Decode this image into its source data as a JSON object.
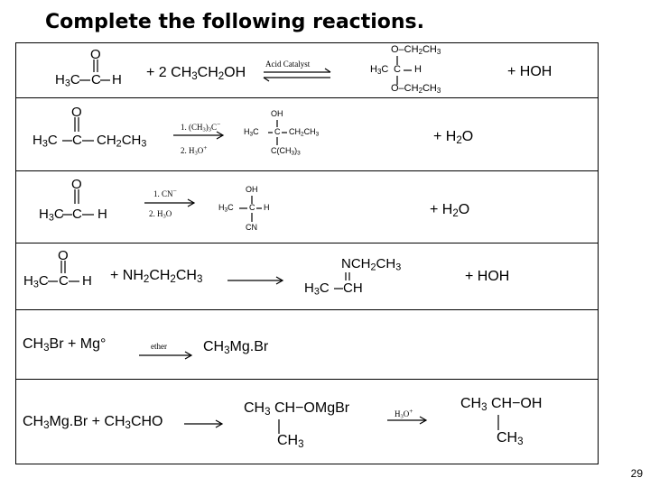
{
  "title": "Complete the following reactions.",
  "page_number": "29",
  "r1": {
    "ch3_label": "H",
    "ch3_sub": "3",
    "ch3_tail": "C",
    "carbonyl_o": "O",
    "aldehyde_h": "H",
    "reagent_plus": "+ 2 CH",
    "reagent_sub1": "3",
    "reagent_mid": "CH",
    "reagent_sub2": "2",
    "reagent_tail": "OH",
    "catalyst": "Acid Catalyst",
    "prod_top": "O–CH",
    "prod_top_sub": "2",
    "prod_top_tail": "CH",
    "prod_top_sub2": "3",
    "prod_mid_left": "H",
    "prod_mid_sub": "3",
    "prod_mid_c": "C",
    "prod_mid_right": "H",
    "prod_bot": "O–CH",
    "prod_bot_sub": "2",
    "prod_bot_tail": "CH",
    "prod_bot_sub2": "3",
    "byproduct": "+ HOH"
  },
  "r2": {
    "left": "H",
    "left_sub": "3",
    "left_c": "C",
    "o": "O",
    "right": "CH",
    "right_sub": "2",
    "right_tail": "CH",
    "right_sub2": "3",
    "step1": "1. (CH",
    "step1_sub": "3",
    "step1_tail": ")",
    "step1_sub2": "3",
    "step1_end": "C",
    "step1_charge": "−",
    "step2": "2. H",
    "step2_sub": "3",
    "step2_tail": "O",
    "step2_charge": "+",
    "prod_oh": "OH",
    "prod_left": "H",
    "prod_left_sub": "3",
    "prod_left_c": "C",
    "prod_right": "CH",
    "prod_right_sub": "2",
    "prod_right_tail": "CH",
    "prod_right_sub2": "3",
    "prod_bottom": "C(CH",
    "prod_bottom_sub": "3",
    "prod_bottom_tail": ")",
    "prod_bottom_sub2": "3",
    "byproduct": "+ H",
    "byproduct_sub": "2",
    "byproduct_tail": "O"
  },
  "r3": {
    "left": "H",
    "left_sub": "3",
    "left_c": "C",
    "o": "O",
    "right": "H",
    "step1": "1. CN",
    "step1_charge": "−",
    "step2": "2. H",
    "step2_sub": "3",
    "step2_tail": "O",
    "prod_oh": "OH",
    "prod_left": "H",
    "prod_left_sub": "3",
    "prod_left_c": "C",
    "prod_right": "H",
    "prod_cn": "CN",
    "byproduct": "+ H",
    "byproduct_sub": "2",
    "byproduct_tail": "O"
  },
  "r4": {
    "left": "H",
    "left_sub": "3",
    "left_c": "C",
    "o": "O",
    "right": "H",
    "reagent": "+ NH",
    "reagent_sub1": "2",
    "reagent_mid": "CH",
    "reagent_sub2": "2",
    "reagent_tail": "CH",
    "reagent_sub3": "3",
    "prod_top": "NCH",
    "prod_top_sub": "2",
    "prod_top_tail": "CH",
    "prod_top_sub2": "3",
    "prod_left": "H",
    "prod_left_sub": "3",
    "prod_left_c": "C",
    "prod_right": "CH",
    "byproduct": "+ HOH"
  },
  "r5": {
    "reactant": "CH",
    "reactant_sub": "3",
    "reactant_tail": "Br  + Mg°",
    "condition": "ether",
    "product": "CH",
    "product_sub": "3",
    "product_tail": "Mg.Br"
  },
  "r6": {
    "reactant": "CH",
    "reactant_sub": "3",
    "reactant_mid": "Mg.Br + CH",
    "reactant_sub2": "3",
    "reactant_tail": "CHO",
    "inter_top": "CH",
    "inter_sub": "3",
    "inter_tail": "CH−OMgBr",
    "inter_bottom": "CH",
    "inter_bottom_sub": "3",
    "condition": "H",
    "condition_sub": "3",
    "condition_tail": "O",
    "condition_charge": "+",
    "prod_top": "CH",
    "prod_sub": "3",
    "prod_tail": "CH−OH",
    "prod_bottom": "CH",
    "prod_bottom_sub": "3"
  }
}
